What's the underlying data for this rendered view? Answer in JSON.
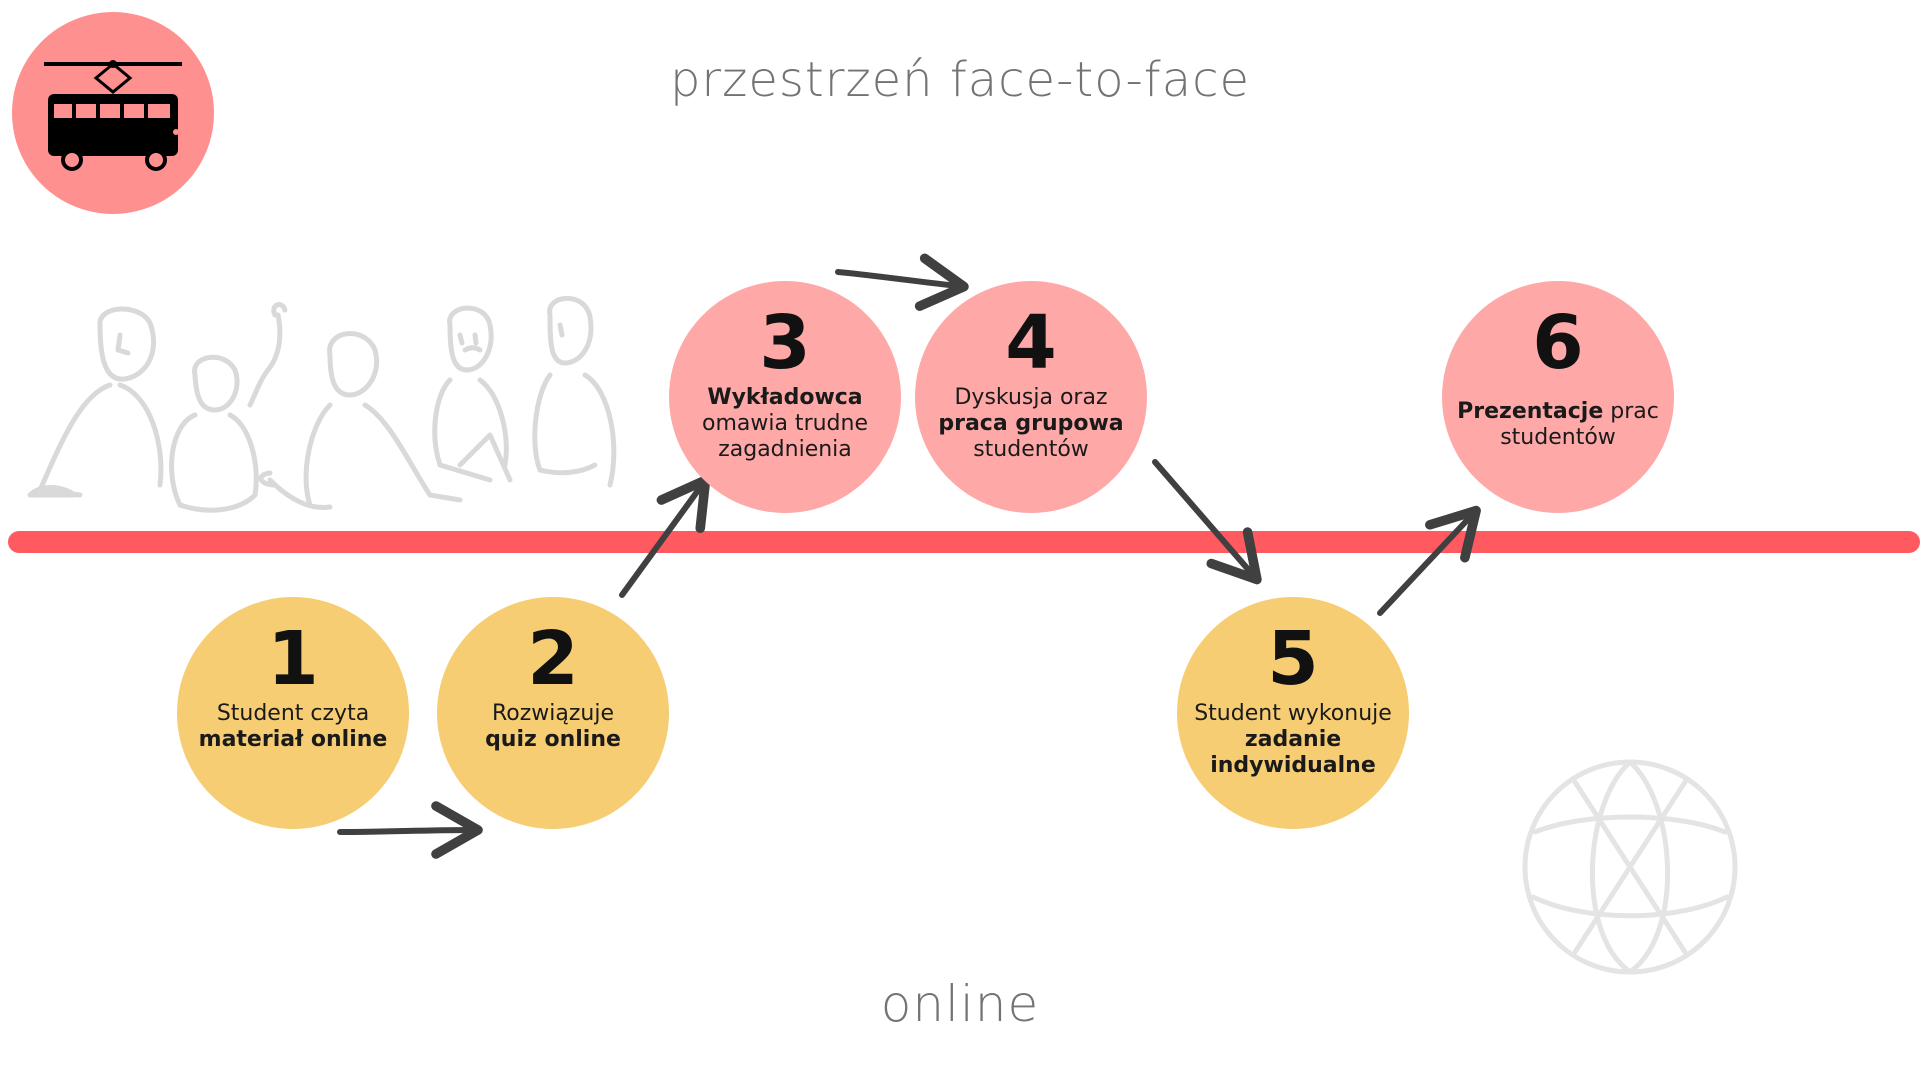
{
  "title_top": "przestrzeń face-to-face",
  "title_bottom": "online",
  "colors": {
    "pink": "#ffa8a8",
    "pink_badge": "#ff9090",
    "yellow": "#f6cd73",
    "timeline": "#ff5a5f",
    "arrow": "#404040",
    "sketch": "#d9d9d9"
  },
  "logo_icon": "tram-icon",
  "decor_icons": [
    "students-sketch-icon",
    "globe-icon"
  ],
  "steps": [
    {
      "number": "1",
      "text_before": "Student czyta",
      "text_bold": "materiał online",
      "text_after": "",
      "zone": "online"
    },
    {
      "number": "2",
      "text_before": "Rozwiązuje",
      "text_bold": "quiz online",
      "text_after": "",
      "zone": "online"
    },
    {
      "number": "3",
      "text_before": "",
      "text_bold": "Wykładowca",
      "text_after": "omawia trudne zagadnienia",
      "zone": "face-to-face"
    },
    {
      "number": "4",
      "text_before": "Dyskusja oraz",
      "text_bold": "praca grupowa",
      "text_after": "studentów",
      "zone": "face-to-face"
    },
    {
      "number": "5",
      "text_before": "Student wykonuje",
      "text_bold": "zadanie indywidualne",
      "text_after": "",
      "zone": "online"
    },
    {
      "number": "6",
      "text_before": "",
      "text_bold": "Prezentacje",
      "text_after": "prac studentów",
      "zone": "face-to-face"
    }
  ]
}
